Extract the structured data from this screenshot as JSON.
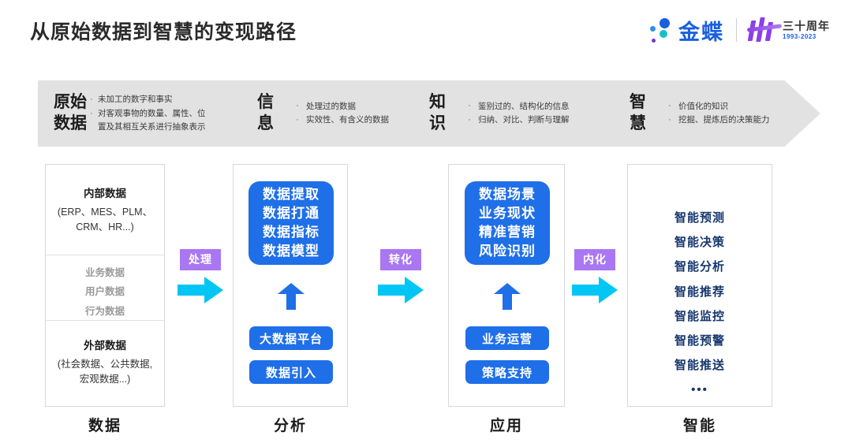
{
  "header": {
    "title": "从原始数据到智慧的变现路径",
    "brand_name": "金蝶",
    "anniversary_title": "三十周年",
    "anniversary_years": "1993-2023"
  },
  "colors": {
    "brand_blue": "#1a5fe0",
    "node_blue": "#1f6fe8",
    "badge_purple": "#a977f2",
    "arrow_cyan": "#00c6f5",
    "banner_gray": "#e2e2e2",
    "deep_navy": "#17376e"
  },
  "banner": {
    "stages": [
      {
        "name": "原始\n数据",
        "name_line1": "原始",
        "name_line2": "数据",
        "bullets": [
          "未加工的数字和事实",
          "对客观事物的数量、属性、位",
          "置及其相互关系进行抽象表示"
        ]
      },
      {
        "name_line1": "信",
        "name_line2": "息",
        "bullets": [
          "处理过的数据",
          "实效性、有含义的数据"
        ]
      },
      {
        "name_line1": "知",
        "name_line2": "识",
        "bullets": [
          "鉴别过的、结构化的信息",
          "归纳、对比、判断与理解"
        ]
      },
      {
        "name_line1": "智",
        "name_line2": "慧",
        "bullets": [
          "价值化的知识",
          "挖掘、提炼后的决策能力"
        ]
      }
    ]
  },
  "columns": {
    "data": {
      "footer_label": "数据",
      "internal_title": "内部数据",
      "internal_sub_line1": "(ERP、MES、PLM、",
      "internal_sub_line2": "CRM、HR...)",
      "middle_items": [
        "业务数据",
        "用户数据",
        "行为数据"
      ],
      "external_title": "外部数据",
      "external_sub_line1": "(社会数据、公共数据,",
      "external_sub_line2": "宏观数据...)"
    },
    "analysis": {
      "footer_label": "分析",
      "main_items": [
        "数据提取",
        "数据打通",
        "数据指标",
        "数据模型"
      ],
      "pills": [
        "大数据平台",
        "数据引入"
      ]
    },
    "application": {
      "footer_label": "应用",
      "main_items": [
        "数据场景",
        "业务现状",
        "精准营销",
        "风险识别"
      ],
      "pills": [
        "业务运营",
        "策略支持"
      ]
    },
    "intelligence": {
      "footer_label": "智能",
      "items": [
        "智能预测",
        "智能决策",
        "智能分析",
        "智能推荐",
        "智能监控",
        "智能预警",
        "智能推送"
      ],
      "ellipsis": "•••"
    }
  },
  "connectors": [
    {
      "label": "处理"
    },
    {
      "label": "转化"
    },
    {
      "label": "内化"
    }
  ]
}
